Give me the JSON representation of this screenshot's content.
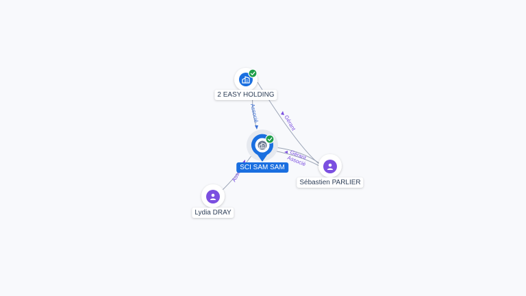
{
  "nodes": {
    "holding": {
      "label": "2 EASY HOLDING",
      "type": "company",
      "verified": true
    },
    "main": {
      "label": "SCI SAM SAM",
      "type": "company",
      "verified": true
    },
    "sebastien": {
      "label": "Sébastien PARLIER",
      "type": "person"
    },
    "lydia": {
      "label": "Lydia DRAY",
      "type": "person"
    }
  },
  "edges": {
    "holding_main": "Associé",
    "sebastien_holding": "Gérant",
    "sebastien_main_1": "Gérant",
    "sebastien_main_2": "Associé",
    "lydia_main": "Associé"
  },
  "colors": {
    "company": "#1a6fe0",
    "person": "#7b4fe0",
    "verified": "#1e9e4a",
    "edge_company": "#3a6fd6",
    "edge_person": "#7b4fe0",
    "edge_line": "#9aa3b5"
  }
}
